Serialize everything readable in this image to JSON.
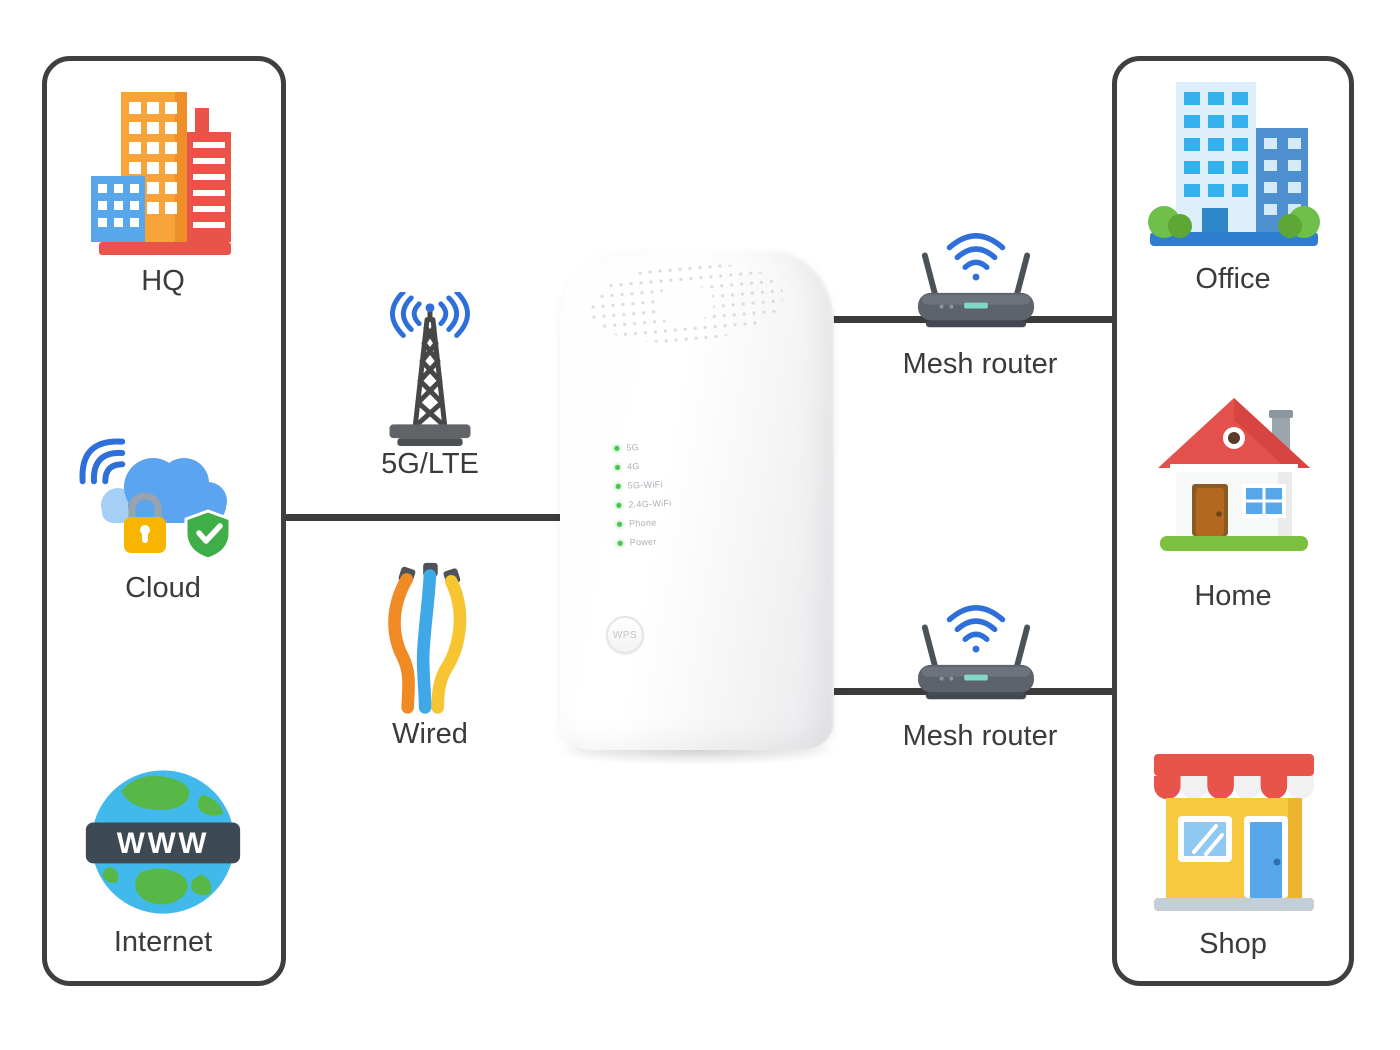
{
  "colors": {
    "connector_line": "#3b3b3b",
    "panel_border": "#3f3f3f",
    "wifi_blue": "#2e6fd9",
    "led_green": "#46c552"
  },
  "left_panel": {
    "items": [
      {
        "id": "hq",
        "label": "HQ",
        "icon": "hq-buildings-icon"
      },
      {
        "id": "cloud",
        "label": "Cloud",
        "icon": "secure-cloud-icon"
      },
      {
        "id": "internet",
        "label": "Internet",
        "icon": "internet-globe-icon"
      }
    ]
  },
  "uplinks": [
    {
      "id": "5g-lte",
      "label": "5G/LTE",
      "icon": "cell-tower-icon"
    },
    {
      "id": "wired",
      "label": "Wired",
      "icon": "wired-cables-icon"
    }
  ],
  "device": {
    "led_labels": [
      "5G",
      "4G",
      "5G-WiFi",
      "2.4G-WiFi",
      "Phone",
      "Power"
    ],
    "wps_button": "WPS"
  },
  "mesh_routers": [
    {
      "label": "Mesh router"
    },
    {
      "label": "Mesh router"
    }
  ],
  "right_panel": {
    "items": [
      {
        "id": "office",
        "label": "Office",
        "icon": "office-buildings-icon"
      },
      {
        "id": "home",
        "label": "Home",
        "icon": "home-house-icon"
      },
      {
        "id": "shop",
        "label": "Shop",
        "icon": "shop-storefront-icon"
      }
    ]
  },
  "internet_banner_text": "WWW"
}
